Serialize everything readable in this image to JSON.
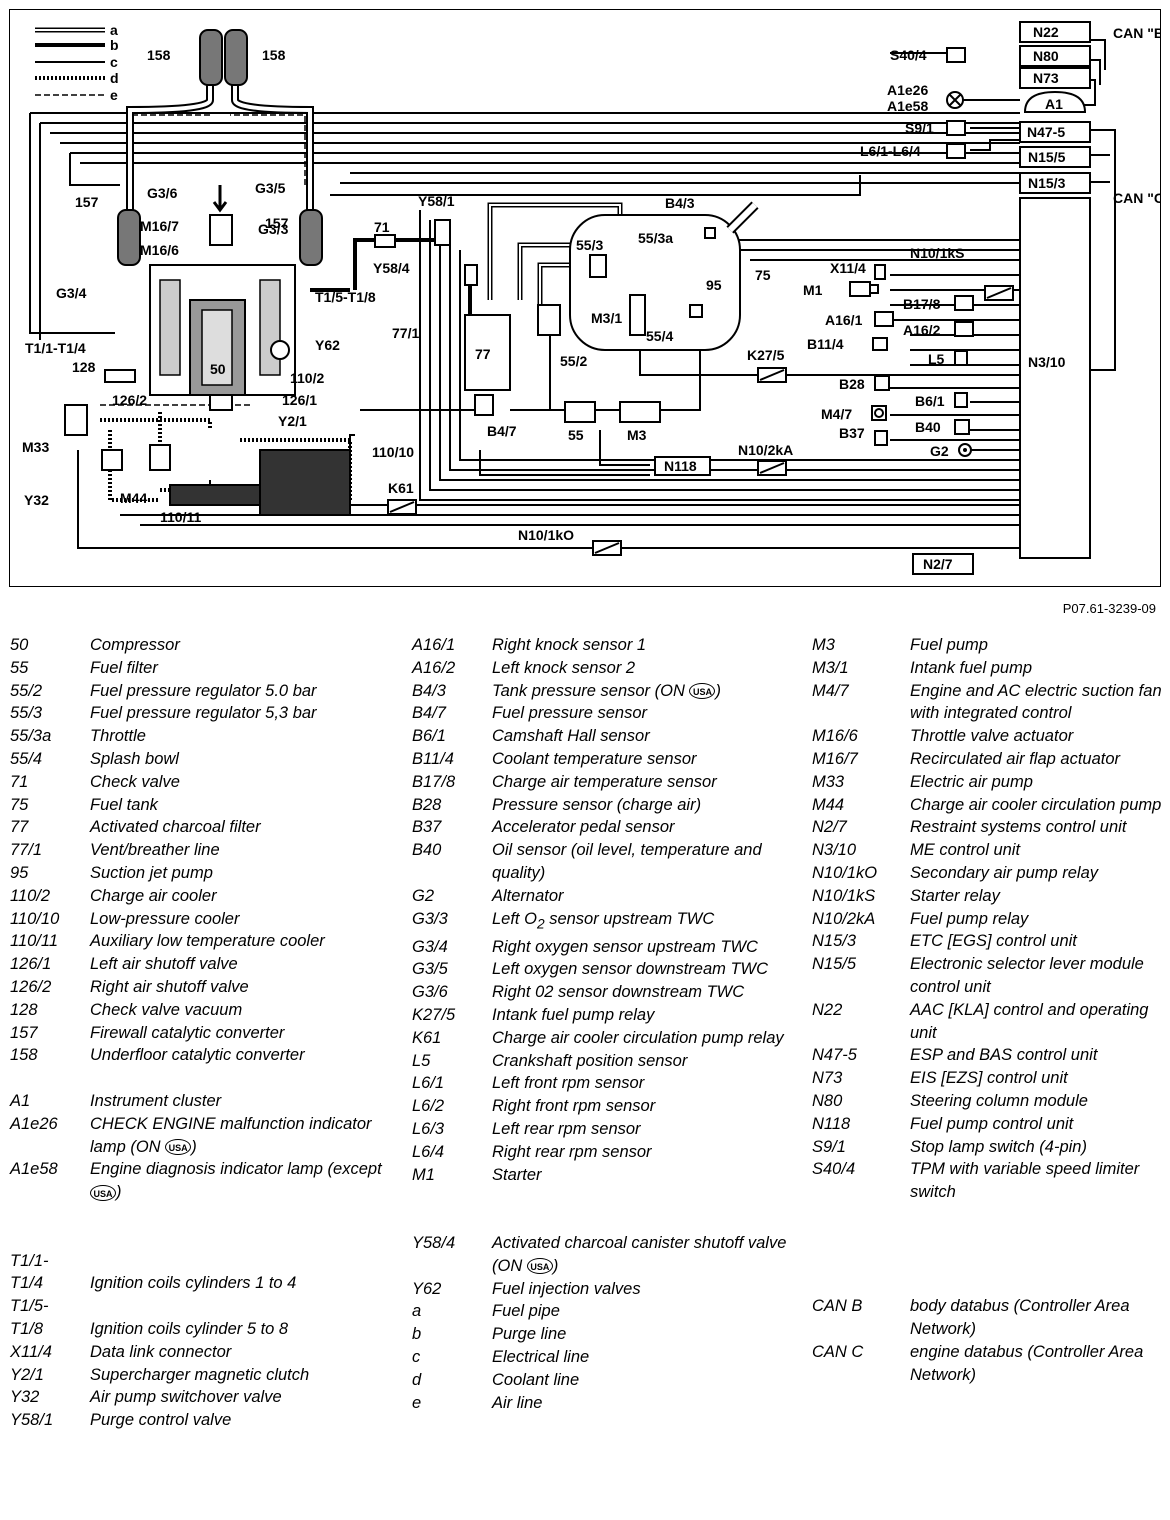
{
  "diagram": {
    "figure_ref": "P07.61-3239-09",
    "line_key": [
      "a",
      "b",
      "c",
      "d",
      "e"
    ],
    "can_b": "CAN \"B\"",
    "can_c": "CAN \"C\"",
    "labels": {
      "n22": "N22",
      "n80": "N80",
      "n73": "N73",
      "a1": "A1",
      "n47_5": "N47-5",
      "n15_5": "N15/5",
      "n15_3": "N15/3",
      "n3_10": "N3/10",
      "n2_7": "N2/7",
      "s40_4": "S40/4",
      "a1e26": "A1e26",
      "a1e58": "A1e58",
      "s9_1": "S9/1",
      "l6": "L6/1-L6/4",
      "x11_4": "X11/4",
      "n10_1ks": "N10/1kS",
      "m1": "M1",
      "b17_8": "B17/8",
      "a16_1": "A16/1",
      "a16_2": "A16/2",
      "b11_4": "B11/4",
      "l5": "L5",
      "k27_5": "K27/5",
      "b28": "B28",
      "b6_1": "B6/1",
      "m4_7": "M4/7",
      "b40": "B40",
      "b37": "B37",
      "g2": "G2",
      "n118": "N118",
      "n10_2ka": "N10/2kA",
      "k61": "K61",
      "n10_1ko": "N10/1kO",
      "c158a": "158",
      "c158b": "158",
      "c157a": "157",
      "c157b": "157",
      "g3_6": "G3/6",
      "g3_5": "G3/5",
      "g3_4": "G3/4",
      "g3_3": "G3/3",
      "m16_7": "M16/7",
      "m16_6": "M16/6",
      "t1_5": "T1/5-T1/8",
      "t1_1": "T1/1-T1/4",
      "y62": "Y62",
      "c128": "128",
      "c50": "50",
      "c110_2": "110/2",
      "c126_1": "126/1",
      "c126_2": "126/2",
      "y2_1": "Y2/1",
      "m33": "M33",
      "y32": "Y32",
      "m44": "M44",
      "c110_10": "110/10",
      "c110_11": "110/11",
      "y58_1": "Y58/1",
      "c71": "71",
      "y58_4": "Y58/4",
      "c77_1": "77/1",
      "c77": "77",
      "c55_2": "55/2",
      "b4_7": "B4/7",
      "c55": "55",
      "m3": "M3",
      "b4_3": "B4/3",
      "c55_3": "55/3",
      "c55_3a": "55/3a",
      "c75": "75",
      "c95": "95",
      "m3_1": "M3/1",
      "c55_4": "55/4"
    }
  },
  "legend": {
    "usa_badge": "USA",
    "col1": [
      {
        "code": "50",
        "desc": "Compressor"
      },
      {
        "code": "55",
        "desc": "Fuel filter"
      },
      {
        "code": "55/2",
        "desc": "Fuel pressure regulator 5.0 bar"
      },
      {
        "code": "55/3",
        "desc": "Fuel pressure regulator 5,3 bar"
      },
      {
        "code": "55/3a",
        "desc": "Throttle"
      },
      {
        "code": "55/4",
        "desc": "Splash bowl"
      },
      {
        "code": "71",
        "desc": "Check valve"
      },
      {
        "code": "75",
        "desc": "Fuel tank"
      },
      {
        "code": "77",
        "desc": "Activated charcoal filter"
      },
      {
        "code": "77/1",
        "desc": "Vent/breather line"
      },
      {
        "code": "95",
        "desc": "Suction jet pump"
      },
      {
        "code": "110/2",
        "desc": "Charge air cooler"
      },
      {
        "code": "110/10",
        "desc": "Low-pressure cooler"
      },
      {
        "code": "110/11",
        "desc": "Auxiliary low temperature cooler"
      },
      {
        "code": "126/1",
        "desc": "Left air shutoff valve"
      },
      {
        "code": "126/2",
        "desc": "Right air shutoff valve"
      },
      {
        "code": "128",
        "desc": "Check valve vacuum"
      },
      {
        "code": "157",
        "desc": "Firewall catalytic converter"
      },
      {
        "code": "158",
        "desc": "Underfloor catalytic converter"
      },
      {
        "code": "A1",
        "desc": "Instrument cluster"
      },
      {
        "code": "A1e26",
        "desc": "CHECK ENGINE malfunction indicator lamp (ON",
        "desc2": ")"
      },
      {
        "code": "A1e58",
        "desc": "Engine diagnosis indicator lamp (except",
        "desc2": ")"
      },
      {
        "code": "T1/1-",
        "desc": ""
      },
      {
        "code": "T1/4",
        "desc": "Ignition coils cylinders 1 to 4"
      },
      {
        "code": "T1/5-",
        "desc": ""
      },
      {
        "code": "T1/8",
        "desc": "Ignition coils cylinder 5 to 8"
      },
      {
        "code": "X11/4",
        "desc": "Data link connector"
      },
      {
        "code": "Y2/1",
        "desc": "Supercharger magnetic clutch"
      },
      {
        "code": "Y32",
        "desc": "Air pump switchover valve"
      },
      {
        "code": "Y58/1",
        "desc": "Purge control valve"
      }
    ],
    "col2": [
      {
        "code": "A16/1",
        "desc": "Right knock sensor 1"
      },
      {
        "code": "A16/2",
        "desc": "Left knock sensor 2"
      },
      {
        "code": "B4/3",
        "desc": "Tank pressure sensor (ON",
        "desc2": ")"
      },
      {
        "code": "B4/7",
        "desc": "Fuel pressure sensor"
      },
      {
        "code": "B6/1",
        "desc": "Camshaft Hall sensor"
      },
      {
        "code": "B11/4",
        "desc": "Coolant temperature sensor"
      },
      {
        "code": "B17/8",
        "desc": "Charge air temperature sensor"
      },
      {
        "code": "B28",
        "desc": "Pressure sensor (charge air)"
      },
      {
        "code": "B37",
        "desc": "Accelerator pedal sensor"
      },
      {
        "code": "B40",
        "desc": "Oil sensor (oil level, temperature and quality)"
      },
      {
        "code": "G2",
        "desc": "Alternator"
      },
      {
        "code": "G3/3",
        "desc": "Left O",
        "sub": "2",
        "desc2": " sensor upstream TWC"
      },
      {
        "code": "G3/4",
        "desc": "Right oxygen sensor upstream TWC"
      },
      {
        "code": "G3/5",
        "desc": "Left oxygen sensor downstream TWC"
      },
      {
        "code": "G3/6",
        "desc": "Right 02 sensor downstream TWC"
      },
      {
        "code": "K27/5",
        "desc": "Intank fuel pump relay"
      },
      {
        "code": "K61",
        "desc": "Charge air cooler circulation pump relay"
      },
      {
        "code": "L5",
        "desc": "Crankshaft position sensor"
      },
      {
        "code": "L6/1",
        "desc": "Left front rpm sensor"
      },
      {
        "code": "L6/2",
        "desc": "Right front rpm sensor"
      },
      {
        "code": "L6/3",
        "desc": "Left rear rpm sensor"
      },
      {
        "code": "L6/4",
        "desc": "Right rear rpm sensor"
      },
      {
        "code": "M1",
        "desc": "Starter"
      },
      {
        "code": "Y58/4",
        "desc": "Activated charcoal canister shutoff valve (ON",
        "desc2": ")"
      },
      {
        "code": "Y62",
        "desc": "Fuel injection valves"
      },
      {
        "code": "a",
        "desc": "Fuel pipe"
      },
      {
        "code": "b",
        "desc": "Purge line"
      },
      {
        "code": "c",
        "desc": "Electrical line"
      },
      {
        "code": "d",
        "desc": "Coolant line"
      },
      {
        "code": "e",
        "desc": "Air line"
      }
    ],
    "col3": [
      {
        "code": "M3",
        "desc": "Fuel pump"
      },
      {
        "code": "M3/1",
        "desc": "Intank fuel pump"
      },
      {
        "code": "M4/7",
        "desc": "Engine and AC electric suction fan with integrated control"
      },
      {
        "code": "M16/6",
        "desc": "Throttle valve actuator"
      },
      {
        "code": "M16/7",
        "desc": "Recirculated air flap actuator"
      },
      {
        "code": "M33",
        "desc": "Electric air pump"
      },
      {
        "code": "M44",
        "desc": "Charge air cooler circulation pump"
      },
      {
        "code": "N2/7",
        "desc": "Restraint systems control unit"
      },
      {
        "code": "N3/10",
        "desc": "ME control unit"
      },
      {
        "code": "N10/1kO",
        "desc": "Secondary air pump relay"
      },
      {
        "code": "N10/1kS",
        "desc": "Starter relay"
      },
      {
        "code": "N10/2kA",
        "desc": "Fuel pump relay"
      },
      {
        "code": "N15/3",
        "desc": "ETC [EGS] control unit"
      },
      {
        "code": "N15/5",
        "desc": "Electronic selector lever module control unit"
      },
      {
        "code": "N22",
        "desc": "AAC [KLA] control and operating unit"
      },
      {
        "code": "N47-5",
        "desc": "ESP and BAS control unit"
      },
      {
        "code": "N73",
        "desc": "EIS [EZS] control unit"
      },
      {
        "code": "N80",
        "desc": "Steering column module"
      },
      {
        "code": "N118",
        "desc": "Fuel pump control unit"
      },
      {
        "code": "S9/1",
        "desc": "Stop lamp switch (4-pin)"
      },
      {
        "code": "S40/4",
        "desc": "TPM with variable speed limiter switch"
      },
      {
        "code": "CAN B",
        "desc": "body databus (Controller Area Network)"
      },
      {
        "code": "CAN C",
        "desc": "engine databus (Controller Area Network)"
      }
    ]
  }
}
